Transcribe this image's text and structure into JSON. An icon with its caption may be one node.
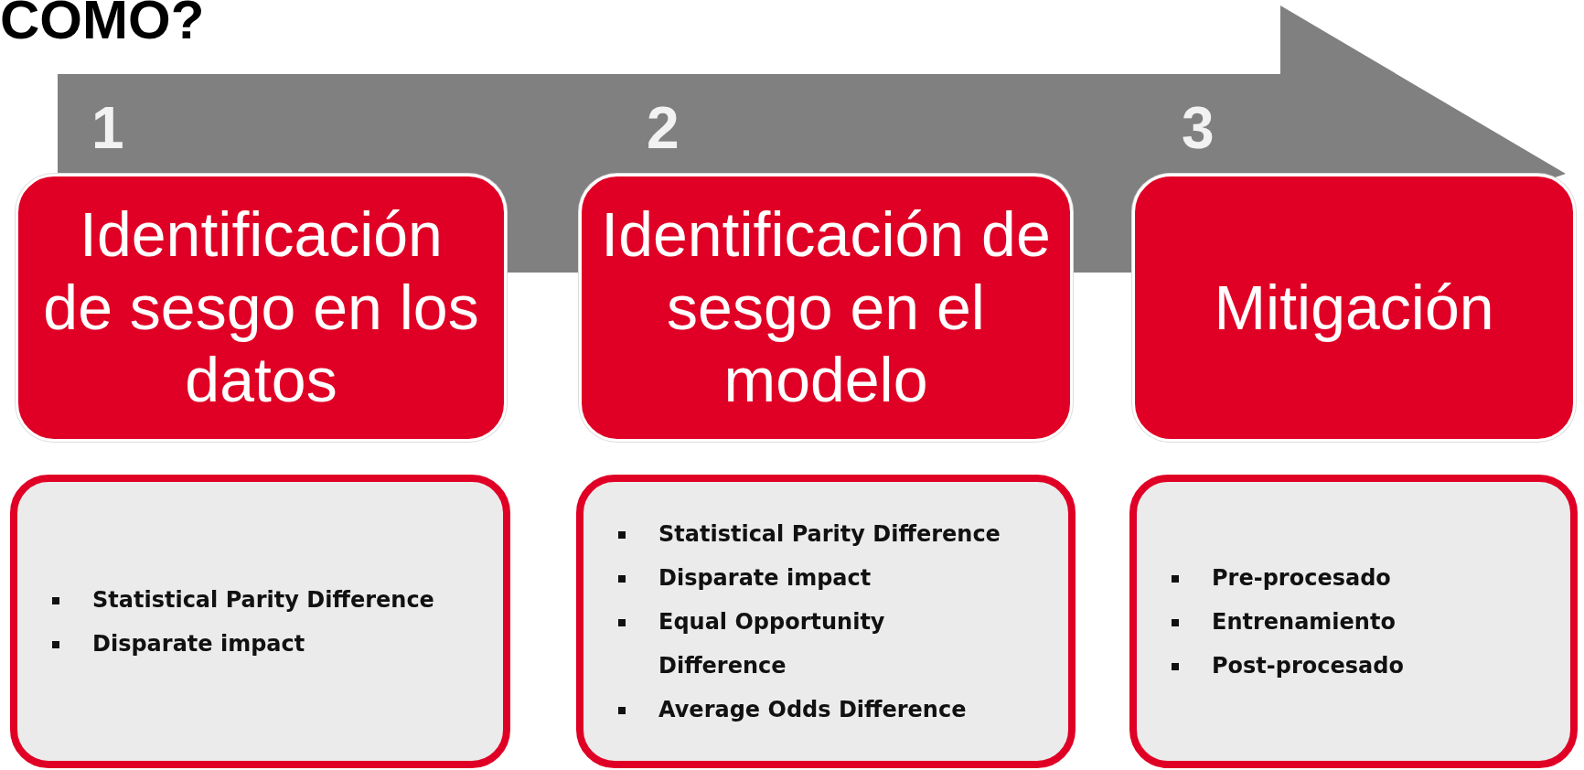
{
  "diagram": {
    "title": "COMO?",
    "nodes": [
      {
        "text": [
          "Identificación de sesgo en los datos"
        ]
      },
      {
        "text": [
          "Identificación de sesgo en el modelo"
        ]
      },
      {
        "text": [
          "Mitigación"
        ]
      },
      {
        "text": [
          "Statistical Parity Difference",
          "Disparate impact"
        ]
      },
      {
        "text": [
          "Statistical Parity Difference",
          "Disparate impact",
          "Equal Opportunity Difference",
          "Average Odds Difference"
        ]
      },
      {
        "text": [
          "Pre-procesado",
          "Entrenamiento",
          "Post-procesado"
        ]
      }
    ],
    "edges": [],
    "labels": [
      "1",
      "2",
      "3"
    ]
  }
}
